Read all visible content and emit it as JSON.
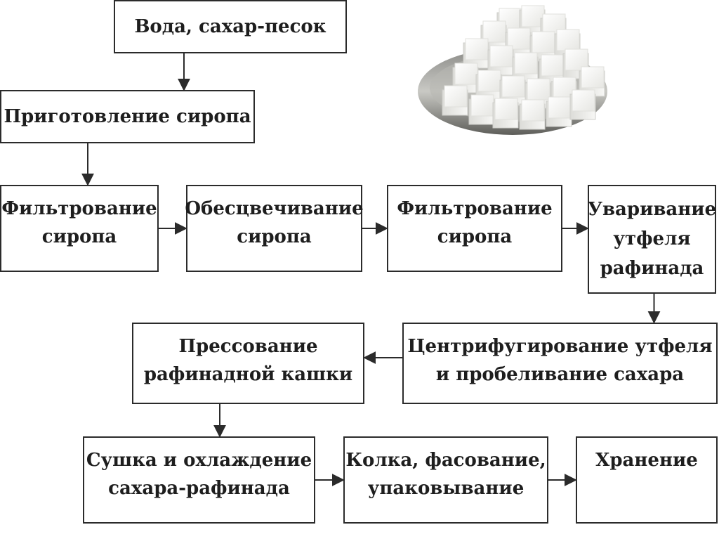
{
  "boxes": {
    "b1": [
      "Вода, сахар-песок"
    ],
    "b2": [
      "Приготовление сиропа"
    ],
    "b3": [
      "Фильтрование",
      "сиропа"
    ],
    "b4": [
      "Обесцвечивание",
      "сиропа"
    ],
    "b5": [
      "Фильтрование",
      "сиропа"
    ],
    "b6": [
      "Уваривание",
      "утфеля",
      "рафинада"
    ],
    "b7": [
      "Прессование",
      "рафинадной кашки"
    ],
    "b8": [
      "Центрифугирование утфеля",
      "и пробеливание сахара"
    ],
    "b9": [
      "Сушка и охлаждение",
      "сахара-рафинада"
    ],
    "b10": [
      "Колка, фасование,",
      "упаковывание"
    ],
    "b11": [
      "Хранение"
    ]
  },
  "edges": [
    [
      "b1",
      "b2"
    ],
    [
      "b2",
      "b3"
    ],
    [
      "b3",
      "b4"
    ],
    [
      "b4",
      "b5"
    ],
    [
      "b5",
      "b6"
    ],
    [
      "b6",
      "b8"
    ],
    [
      "b8",
      "b7"
    ],
    [
      "b7",
      "b9"
    ],
    [
      "b9",
      "b10"
    ],
    [
      "b10",
      "b11"
    ]
  ],
  "colors": {
    "line": "#2b2b2b",
    "text": "#1e1e1e"
  },
  "illustration": {
    "icon": "sugar-cubes-icon"
  }
}
